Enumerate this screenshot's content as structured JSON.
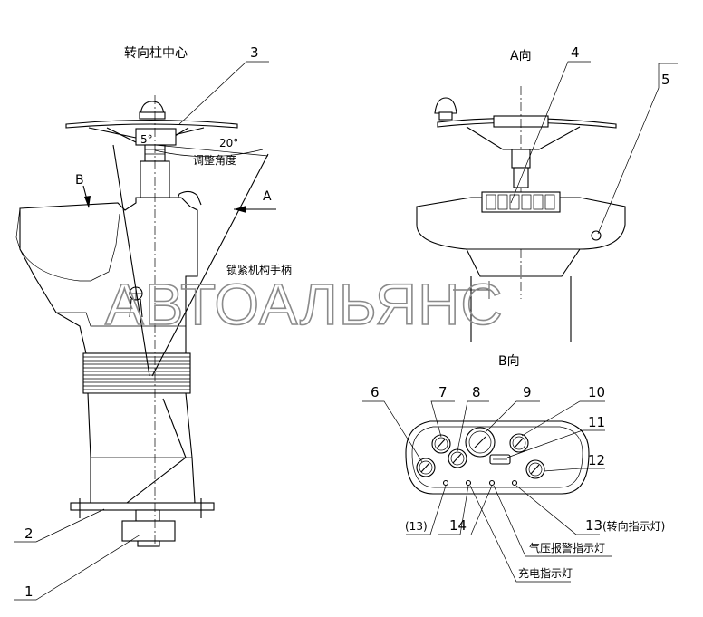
{
  "captions": {
    "column_center": "转向柱中心",
    "view_a": "A向",
    "view_b": "B向",
    "adjust_angle": "调整角度",
    "lock_handle": "锁紧机构手柄",
    "angle_small": "5°",
    "angle_large": "20°",
    "arrow_a": "A",
    "arrow_b": "B",
    "air_pressure_lamp": "气压报警指示灯",
    "charge_lamp": "充电指示灯",
    "turn_lamp": "(转向指示灯)",
    "lamp_13_left": "(13)"
  },
  "callouts": [
    "1",
    "2",
    "3",
    "4",
    "5",
    "6",
    "7",
    "8",
    "9",
    "10",
    "11",
    "12",
    "13",
    "14"
  ],
  "watermark": "АВТОАЛЬЯНС"
}
